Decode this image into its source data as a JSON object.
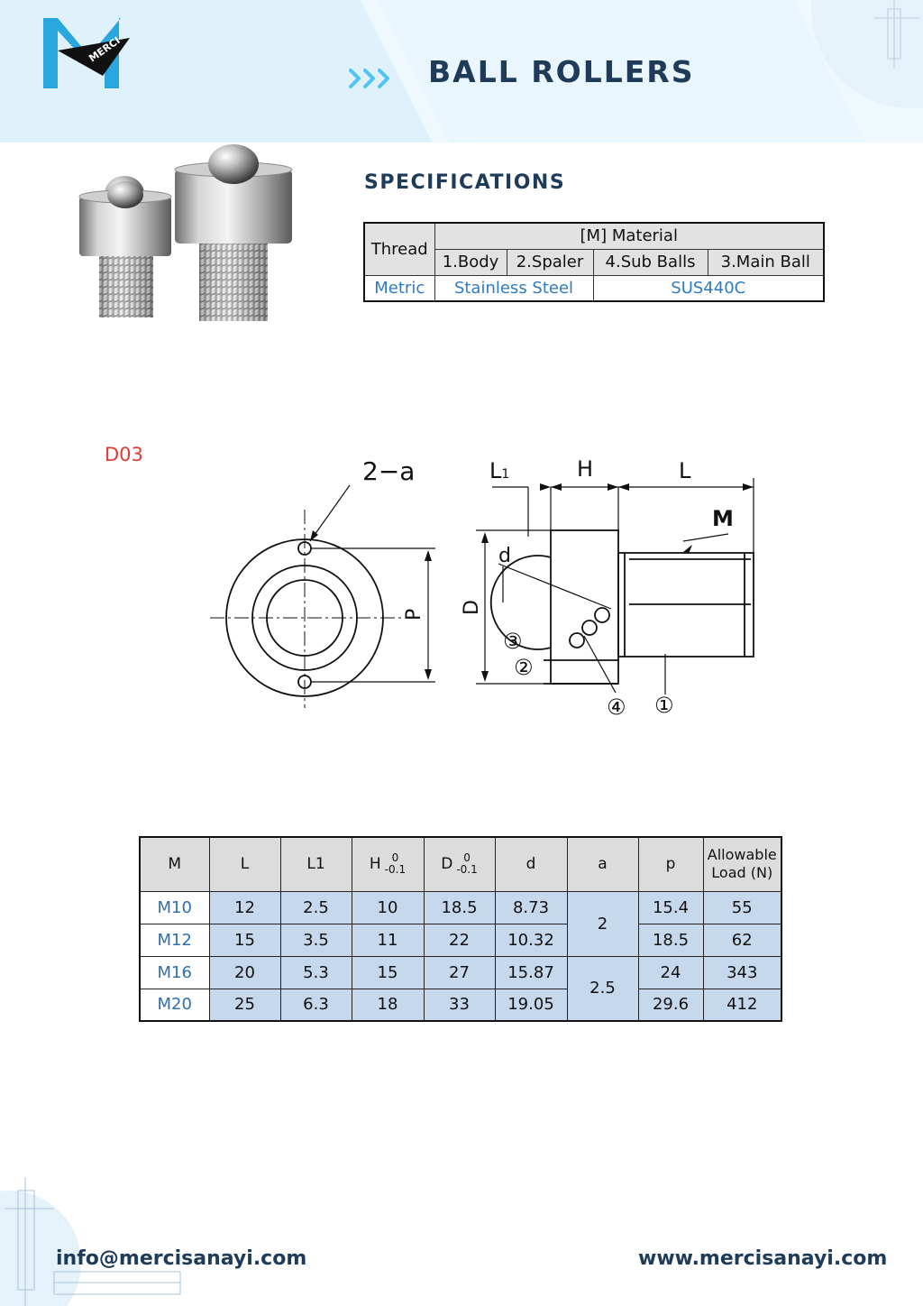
{
  "header": {
    "brand": "MERCI",
    "title": "BALL ROLLERS",
    "colors": {
      "navy": "#1f3b5a",
      "light_blue": "#dff1fb",
      "accent_blue": "#4fc3f7"
    }
  },
  "specifications": {
    "heading": "SPECIFICATIONS",
    "thread_label": "Thread",
    "material_label": "[M] Material",
    "columns": [
      "1.Body",
      "2.Spaler",
      "4.Sub Balls",
      "3.Main Ball"
    ],
    "row": {
      "thread": "Metric",
      "body_spacer": "Stainless Steel",
      "balls": "SUS440C"
    }
  },
  "drawing": {
    "label": "D03",
    "front_label": "2−a",
    "dim_p": "P",
    "dim_l1": "L",
    "dim_l1_sub": "1",
    "dim_h": "H",
    "dim_l": "L",
    "dim_m": "M",
    "dim_d_small": "d",
    "dim_d_big": "D",
    "parts": [
      "①",
      "②",
      "③",
      "④"
    ]
  },
  "dimensions": {
    "headers": {
      "m": "M",
      "l": "L",
      "l1": "L1",
      "h": "H",
      "h_tol_upper": "0",
      "h_tol_lower": "-0.1",
      "d_big": "D",
      "d_tol_upper": "0",
      "d_tol_lower": "-0.1",
      "d": "d",
      "a": "a",
      "p": "p",
      "load_line1": "Allowable",
      "load_line2": "Load (N)"
    },
    "rows": [
      {
        "m": "M10",
        "l": "12",
        "l1": "2.5",
        "h": "10",
        "D": "18.5",
        "d": "8.73",
        "p": "15.4",
        "load": "55"
      },
      {
        "m": "M12",
        "l": "15",
        "l1": "3.5",
        "h": "11",
        "D": "22",
        "d": "10.32",
        "p": "18.5",
        "load": "62"
      },
      {
        "m": "M16",
        "l": "20",
        "l1": "5.3",
        "h": "15",
        "D": "27",
        "d": "15.87",
        "p": "24",
        "load": "343"
      },
      {
        "m": "M20",
        "l": "25",
        "l1": "6.3",
        "h": "18",
        "D": "33",
        "d": "19.05",
        "p": "29.6",
        "load": "412"
      }
    ],
    "a_groups": [
      "2",
      "2.5"
    ]
  },
  "footer": {
    "email": "info@mercisanayi.com",
    "website": "www.mercisanayi.com"
  }
}
